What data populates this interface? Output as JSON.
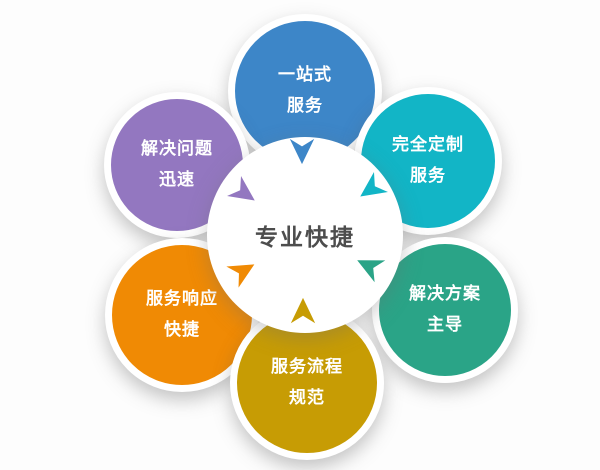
{
  "diagram": {
    "center": {
      "label": "专业快捷",
      "bg_color": "#ffffff",
      "text_color": "#4d4d4d"
    },
    "nodes": [
      {
        "id": "top",
        "lines": [
          "一站式",
          "服务"
        ],
        "color": "#3d86c8"
      },
      {
        "id": "top-left",
        "lines": [
          "解决问题",
          "迅速"
        ],
        "color": "#9377c0"
      },
      {
        "id": "top-right",
        "lines": [
          "完全定制",
          "服务"
        ],
        "color": "#12b5c6"
      },
      {
        "id": "bottom-left",
        "lines": [
          "服务响应",
          "快捷"
        ],
        "color": "#f08a04"
      },
      {
        "id": "bottom-right",
        "lines": [
          "解决方案",
          "主导"
        ],
        "color": "#2aa487"
      },
      {
        "id": "bottom",
        "lines": [
          "服务流程",
          "规范"
        ],
        "color": "#c79c04"
      }
    ]
  }
}
